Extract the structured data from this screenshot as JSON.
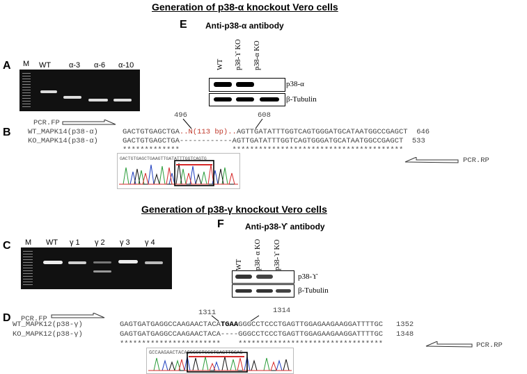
{
  "alpha": {
    "title": "Generation of p38-α knockout Vero cells",
    "panelA": {
      "label": "A",
      "lanes": [
        "M",
        "WT",
        "α-3",
        "α-6",
        "α-10"
      ]
    },
    "panelE": {
      "label": "E",
      "antibody": "Anti-p38-α antibody",
      "lanes": [
        "WT",
        "p38-ϒ KO",
        "p38-α KO"
      ],
      "rows": [
        "p38-α",
        "β-Tubulin"
      ]
    },
    "panelB": {
      "label": "B",
      "fp": "PCR.FP",
      "rp": "PCR.RP",
      "pos_left": "496",
      "pos_right": "608",
      "wt_name": "WT_MAPK14(p38-α)",
      "ko_name": "KO_MAPK14(p38-α)",
      "wt_seq_a": "GACTGTGAGCTGA",
      "wt_seq_ins": "..N(113 bp)..",
      "wt_seq_b": "AGTTGATATTTGGTCAGTGGGATGCATAATGGCCGAGCT",
      "wt_end": "646",
      "ko_seq": "GACTGTGAGCTGA------------AGTTGATATTTGGTCAGTGGGATGCATAATGGCCGAGCT",
      "ko_end": "533",
      "stars": "*************            ***************************************",
      "chrom_seq": "GACTGTGAGCTGAAGTTGATATTTGGTCAGTG"
    }
  },
  "gamma": {
    "title": "Generation of p38-γ knockout Vero cells",
    "panelC": {
      "label": "C",
      "lanes": [
        "M",
        "WT",
        "γ 1",
        "γ 2",
        "γ 3",
        "γ 4"
      ]
    },
    "panelF": {
      "label": "F",
      "antibody": "Anti-p38-ϒ antibody",
      "lanes": [
        "WT",
        "p38- α KO",
        "p38-ϒ KO"
      ],
      "rows": [
        "p38-ϒ",
        "β-Tubulin"
      ]
    },
    "panelD": {
      "label": "D",
      "fp": "PCR.FP",
      "rp": "PCR.RP",
      "pos_left": "1311",
      "pos_right": "1314",
      "wt_name": "WT_MAPK12(p38-γ)",
      "ko_name": "KO_MAPK12(p38-γ)",
      "wt_seq_a": "GAGTGATGAGGCCAAGAACTACA",
      "wt_seq_bold": "TGAA",
      "wt_seq_b": "GGGCCTCCCTGAGTTGGAGAAGAAGGATTTTGC",
      "wt_end": "1352",
      "ko_seq": "GAGTGATGAGGCCAAGAACTACA----GGGCCTCCCTGAGTTGGAGAAGAAGGATTTTGC",
      "ko_end": "1348",
      "stars": "***********************    *********************************",
      "chrom_seq": "GCCAAGAACTACAGGGCCTCCCTGAGTTGGAG"
    }
  }
}
